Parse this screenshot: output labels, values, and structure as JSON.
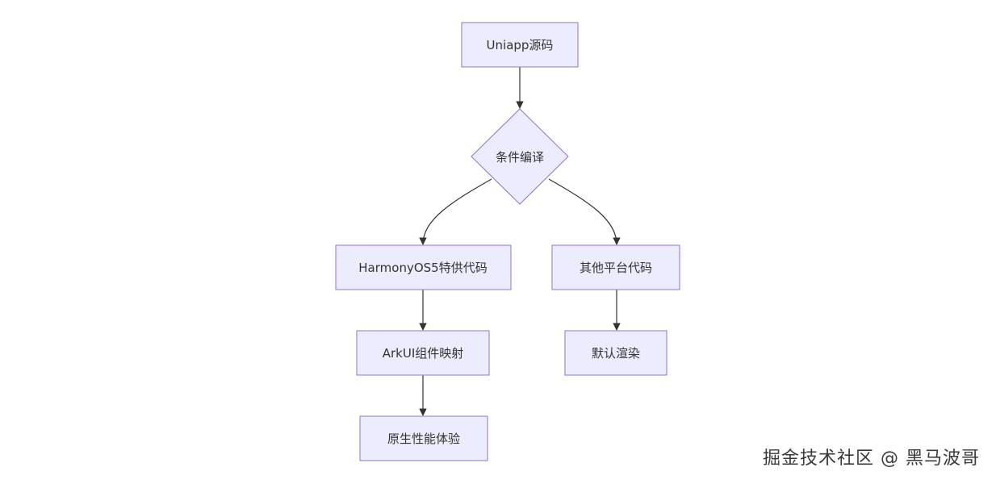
{
  "colors": {
    "node_fill": "#ECECFF",
    "node_stroke": "#9370DB",
    "edge": "#333333",
    "text": "#333333"
  },
  "nodes": {
    "source": {
      "label": "Uniapp源码"
    },
    "condition": {
      "label": "条件编译"
    },
    "harmony": {
      "label": "HarmonyOS5特供代码"
    },
    "other": {
      "label": "其他平台代码"
    },
    "arkui": {
      "label": "ArkUI组件映射"
    },
    "default_render": {
      "label": "默认渲染"
    },
    "native": {
      "label": "原生性能体验"
    }
  },
  "edges": [
    {
      "from": "source",
      "to": "condition"
    },
    {
      "from": "condition",
      "to": "harmony"
    },
    {
      "from": "condition",
      "to": "other"
    },
    {
      "from": "harmony",
      "to": "arkui"
    },
    {
      "from": "other",
      "to": "default_render"
    },
    {
      "from": "arkui",
      "to": "native"
    }
  ],
  "watermark": "掘金技术社区 @ 黑马波哥"
}
